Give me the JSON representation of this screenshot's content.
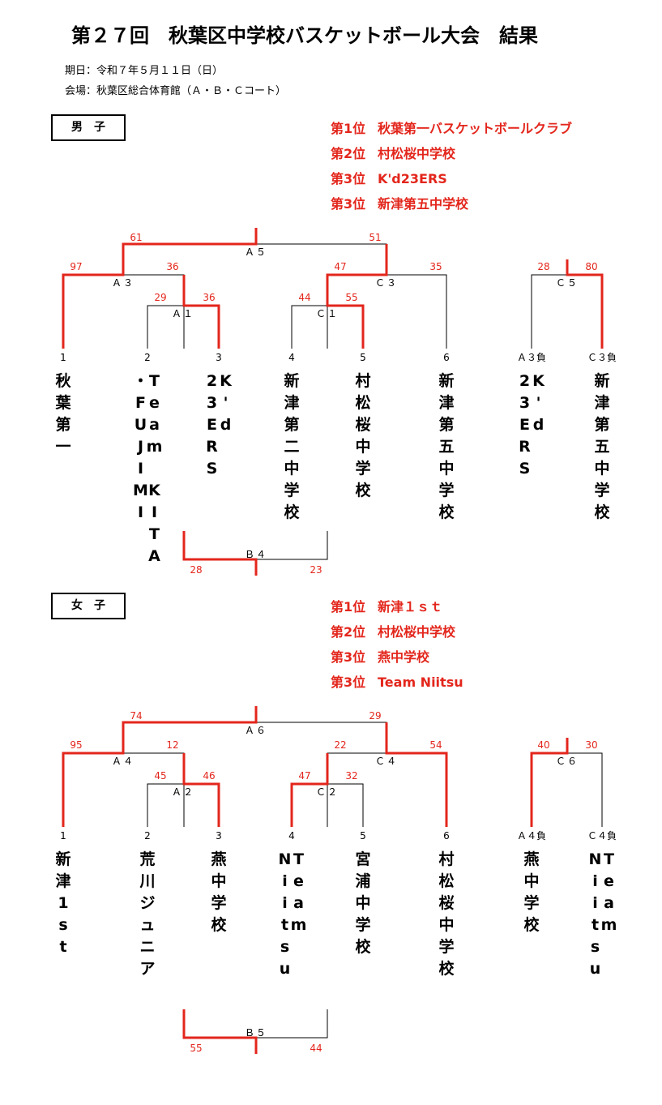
{
  "title": "第２７回　秋葉区中学校バスケットボール大会　結果",
  "info": {
    "date": "期日：令和７年５月１１日（日）",
    "venue": "会場：秋葉区総合体育館（Ａ・Ｂ・Ｃコート）"
  },
  "colors": {
    "winner_line": "#e3261c",
    "line": "#000000",
    "score": "#e3261c"
  },
  "boys": {
    "label": "男　子",
    "rankings": [
      {
        "place": "第1位",
        "team": "秋葉第一バスケットボールクラブ"
      },
      {
        "place": "第2位",
        "team": "村松桜中学校"
      },
      {
        "place": "第3位",
        "team": "K'd23ERS"
      },
      {
        "place": "第3位",
        "team": "新津第五中学校"
      }
    ],
    "matches": [
      {
        "name": "Ａ５",
        "left_score": "61",
        "right_score": "51"
      },
      {
        "name": "Ａ３",
        "left_score": "97",
        "right_score": "36"
      },
      {
        "name": "Ａ１",
        "left_score": "29",
        "right_score": "36"
      },
      {
        "name": "Ｃ３",
        "left_score": "47",
        "right_score": "35"
      },
      {
        "name": "Ｃ１",
        "left_score": "44",
        "right_score": "55"
      },
      {
        "name": "Ｃ５",
        "left_score": "28",
        "right_score": "80"
      },
      {
        "name": "Ｂ４",
        "left_score": "28",
        "right_score": "23"
      }
    ],
    "seeds": [
      "1",
      "2",
      "3",
      "4",
      "5",
      "6",
      "Ａ３負",
      "Ｃ３負"
    ],
    "teams": [
      {
        "lines": [
          "秋葉第一"
        ]
      },
      {
        "lines": [
          "Team KITA",
          "・FUJIMI"
        ]
      },
      {
        "lines": [
          "K'd",
          "23ERS"
        ]
      },
      {
        "lines": [
          "新津第二中学校"
        ]
      },
      {
        "lines": [
          "村松桜中学校"
        ]
      },
      {
        "lines": [
          "新津第五中学校"
        ]
      },
      {
        "lines": [
          "K'd",
          "23ERS"
        ]
      },
      {
        "lines": [
          "新津第五中学校"
        ]
      }
    ]
  },
  "girls": {
    "label": "女　子",
    "rankings": [
      {
        "place": "第1位",
        "team": "新津１ｓｔ"
      },
      {
        "place": "第2位",
        "team": "村松桜中学校"
      },
      {
        "place": "第3位",
        "team": "燕中学校"
      },
      {
        "place": "第3位",
        "team": "Team Niitsu"
      }
    ],
    "matches": [
      {
        "name": "Ａ６",
        "left_score": "74",
        "right_score": "29"
      },
      {
        "name": "Ａ４",
        "left_score": "95",
        "right_score": "12"
      },
      {
        "name": "Ａ２",
        "left_score": "45",
        "right_score": "46"
      },
      {
        "name": "Ｃ４",
        "left_score": "22",
        "right_score": "54"
      },
      {
        "name": "Ｃ２",
        "left_score": "47",
        "right_score": "32"
      },
      {
        "name": "Ｃ６",
        "left_score": "40",
        "right_score": "30"
      },
      {
        "name": "Ｂ５",
        "left_score": "55",
        "right_score": "44"
      }
    ],
    "seeds": [
      "1",
      "2",
      "3",
      "4",
      "5",
      "6",
      "Ａ４負",
      "Ｃ４負"
    ],
    "teams": [
      {
        "lines": [
          "新津1st"
        ]
      },
      {
        "lines": [
          "荒川ジュニア"
        ]
      },
      {
        "lines": [
          "燕中学校"
        ]
      },
      {
        "lines": [
          "Team",
          "Niitsu"
        ]
      },
      {
        "lines": [
          "宮浦中学校"
        ]
      },
      {
        "lines": [
          "村松桜中学校"
        ]
      },
      {
        "lines": [
          "燕中学校"
        ]
      },
      {
        "lines": [
          "Team",
          "Niitsu"
        ]
      }
    ]
  }
}
